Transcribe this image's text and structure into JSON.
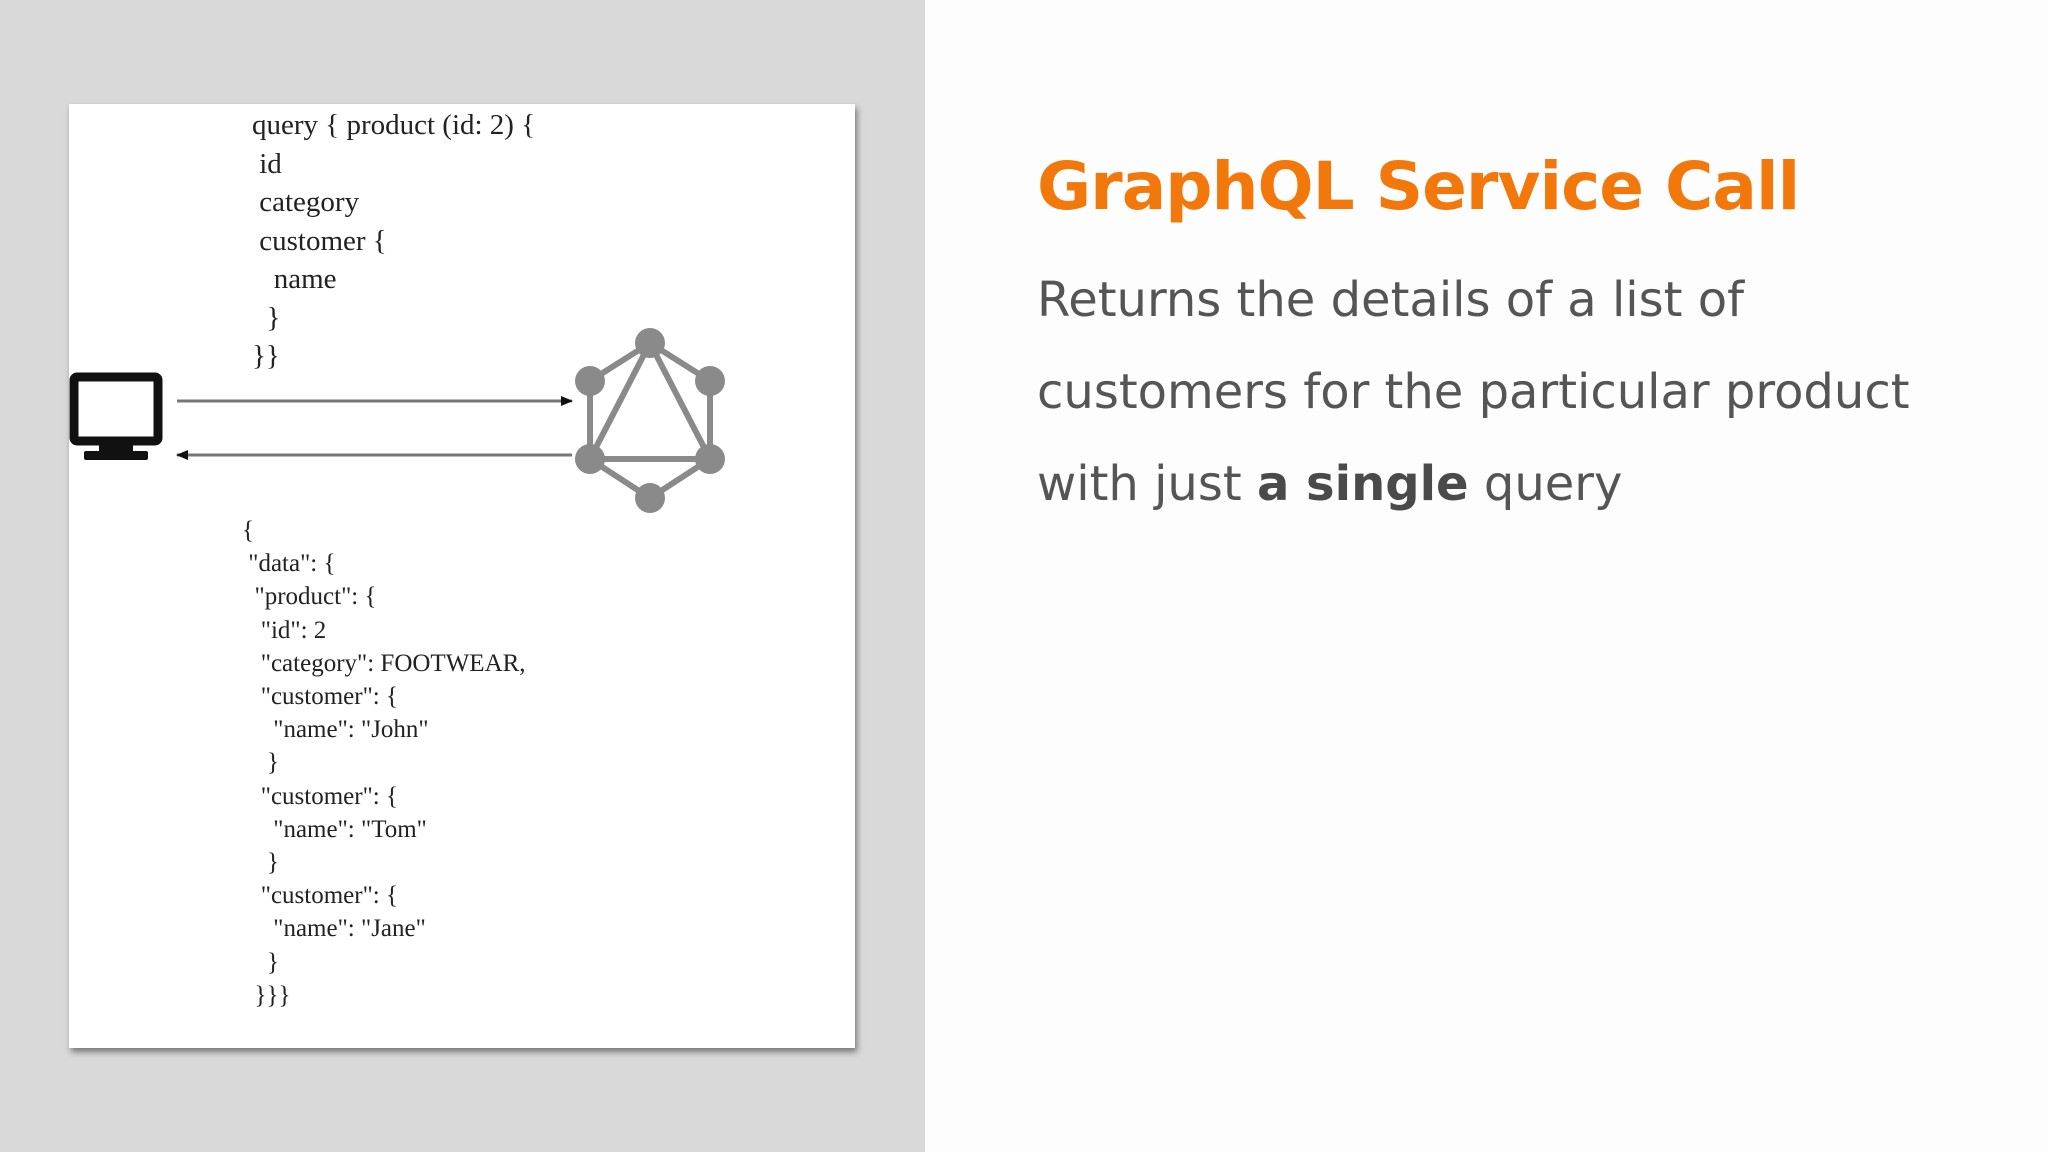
{
  "slide": {
    "title": "GraphQL Service Call",
    "description_before": "Returns the details of a list of customers for the particular product with just ",
    "description_bold": "a single",
    "description_after": " query"
  },
  "diagram": {
    "query_lines": [
      "query { product (id: 2) {",
      " id",
      " category",
      " customer {",
      "   name",
      "  }",
      "}}"
    ],
    "response_lines": [
      "{",
      " \"data\": {",
      "  \"product\": {",
      "   \"id\": 2",
      "   \"category\": FOOTWEAR,",
      "   \"customer\": {",
      "     \"name\": \"John\"",
      "    }",
      "   \"customer\": {",
      "     \"name\": \"Tom\"",
      "    }",
      "   \"customer\": {",
      "     \"name\": \"Jane\"",
      "    }",
      "  }}}"
    ],
    "client_icon": "monitor-icon",
    "server_icon": "graphql-logo-icon"
  },
  "colors": {
    "accent": "#f2780c",
    "left_background": "#d9d9d9",
    "body_text": "#555555",
    "logo_gray": "#8a8a8a"
  }
}
